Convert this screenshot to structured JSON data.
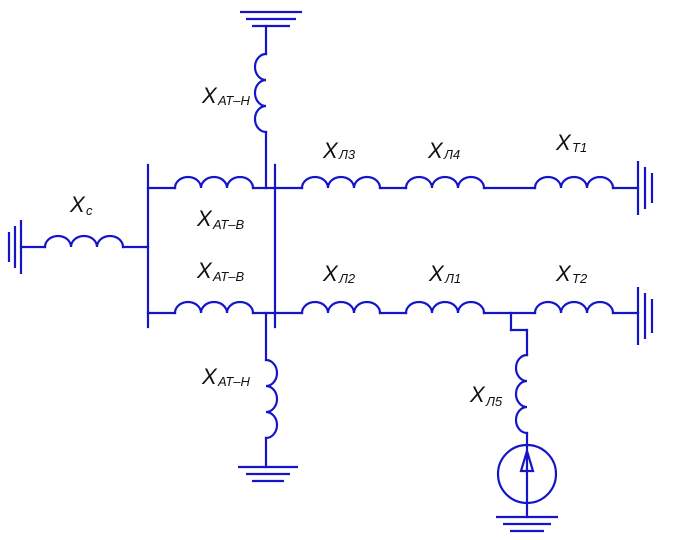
{
  "diagram": {
    "colors": {
      "wire": "#1414c8",
      "text": "#111111",
      "background": "#ffffff"
    },
    "labels": {
      "xc": {
        "main": "X",
        "sub": "c"
      },
      "xat_n_top": {
        "main": "X",
        "sub": "АТ–Н"
      },
      "xat_v_top": {
        "main": "X",
        "sub": "АТ–В"
      },
      "xat_v_bot": {
        "main": "X",
        "sub": "АТ–В"
      },
      "xat_n_bot": {
        "main": "X",
        "sub": "АТ–Н"
      },
      "xl3": {
        "main": "X",
        "sub": "Л3"
      },
      "xl4": {
        "main": "X",
        "sub": "Л4"
      },
      "xt1": {
        "main": "X",
        "sub": "Т1"
      },
      "xl2": {
        "main": "X",
        "sub": "Л2"
      },
      "xl1": {
        "main": "X",
        "sub": "Л1"
      },
      "xt2": {
        "main": "X",
        "sub": "Т2"
      },
      "xl5": {
        "main": "X",
        "sub": "Л5"
      }
    }
  }
}
